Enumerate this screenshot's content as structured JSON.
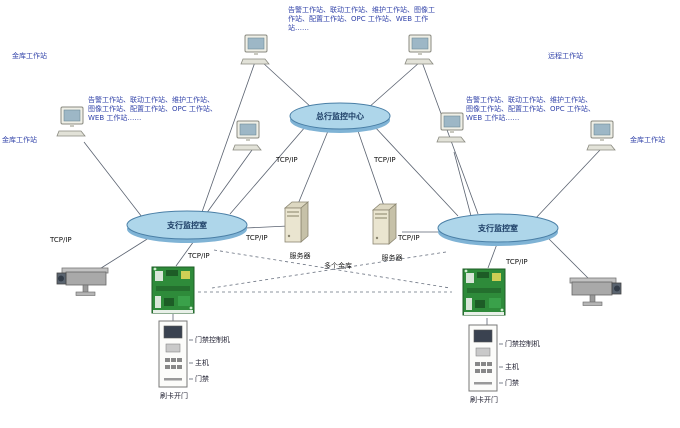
{
  "colors": {
    "ellipse_fill": "#aed6ea",
    "ellipse_shadow": "#7fb3d5",
    "line": "#5a6270",
    "annotation_text": "#3344aa"
  },
  "annotations": {
    "top": "告警工作站、联动工作站、维护工作站、图像工作站、配置工作站、OPC 工作站、WEB 工作站……",
    "left": "告警工作站、联动工作站、维护工作站、图像工作站、配置工作站、OPC 工作站、WEB 工作站……",
    "right": "告警工作站、联动工作站、维护工作站、图像工作站、配置工作站、OPC 工作站、WEB 工作站……"
  },
  "workstations": {
    "top_left": "金库工作站",
    "top_right": "远程工作站",
    "mid_left": "金库工作站",
    "mid_right": "金库工作站"
  },
  "networks": {
    "center": "总行监控中心",
    "left_room": "支行监控室",
    "right_room": "支行监控室"
  },
  "tcpip": {
    "label": "TCP/IP"
  },
  "servers": {
    "left": "服务器",
    "right": "服务器"
  },
  "vaults": {
    "label": "多个金库"
  },
  "access_left": {
    "label1": "门禁控制机",
    "label2": "主机",
    "label3": "门禁",
    "below": "刷卡开门"
  },
  "access_right": {
    "label1": "门禁控制机",
    "label2": "主机",
    "label3": "门禁",
    "below": "刷卡开门"
  }
}
